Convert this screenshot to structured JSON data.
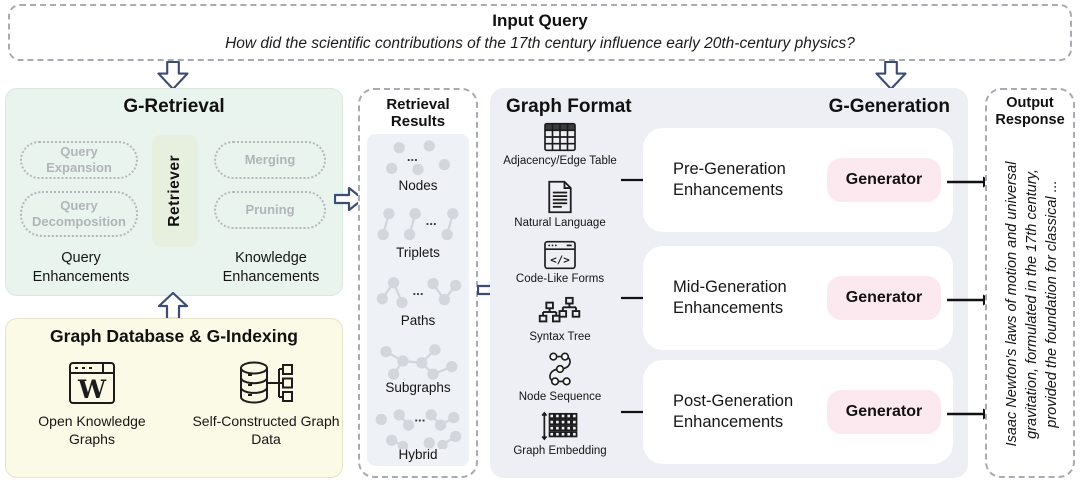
{
  "input_query": {
    "title": "Input Query",
    "text": "How did the scientific contributions of the 17th century influence early 20th-century physics?"
  },
  "g_retrieval": {
    "title": "G-Retrieval",
    "retriever_label": "Retriever",
    "query_enhancements": {
      "label": "Query Enhancements",
      "items": [
        "Query Expansion",
        "Query Decomposition"
      ]
    },
    "knowledge_enhancements": {
      "label": "Knowledge Enhancements",
      "items": [
        "Merging",
        "Pruning"
      ]
    }
  },
  "graph_indexing": {
    "title": "Graph Database & G-Indexing",
    "sources": [
      {
        "icon": "wikipedia-browser-icon",
        "label": "Open Knowledge Graphs"
      },
      {
        "icon": "database-graph-icon",
        "label": "Self-Constructed Graph Data"
      }
    ]
  },
  "retrieval_results": {
    "title": "Retrieval Results",
    "ellipsis": "...",
    "items": [
      {
        "icon": "nodes-icon",
        "label": "Nodes"
      },
      {
        "icon": "triplets-icon",
        "label": "Triplets"
      },
      {
        "icon": "paths-icon",
        "label": "Paths"
      },
      {
        "icon": "subgraphs-icon",
        "label": "Subgraphs"
      },
      {
        "icon": "hybrid-icon",
        "label": "Hybrid"
      }
    ]
  },
  "generation": {
    "graph_format_title": "Graph Format",
    "g_generation_title": "G-Generation",
    "formats": [
      {
        "icon": "adjacency-table-icon",
        "label": "Adjacency/Edge Table"
      },
      {
        "icon": "natural-language-icon",
        "label": "Natural Language"
      },
      {
        "icon": "code-like-forms-icon",
        "label": "Code-Like Forms"
      },
      {
        "icon": "syntax-tree-icon",
        "label": "Syntax Tree"
      },
      {
        "icon": "node-sequence-icon",
        "label": "Node Sequence"
      },
      {
        "icon": "graph-embedding-icon",
        "label": "Graph Embedding"
      }
    ],
    "stages": [
      {
        "label": "Pre-Generation Enhancements",
        "button": "Generator"
      },
      {
        "label": "Mid-Generation Enhancements",
        "button": "Generator"
      },
      {
        "label": "Post-Generation Enhancements",
        "button": "Generator"
      }
    ]
  },
  "output_response": {
    "title": "Output Response",
    "lines": [
      "Isaac Newton's laws of motion and universal",
      "gravitation, formulated in the 17th century,",
      "provided the foundation for classical ..."
    ]
  },
  "colors": {
    "retrieval_bg": "#e9f4ee",
    "retriever_pill": "#e7efdf",
    "indexing_bg": "#fbfae6",
    "generation_bg": "#eeeef5",
    "generator_pill": "#fce9ef",
    "results_tile": "#eef1f6",
    "result_dot_gray": "#d3d6dc",
    "arrow_navy": "#3c4c74",
    "muted_gray": "#b1b4b8"
  }
}
